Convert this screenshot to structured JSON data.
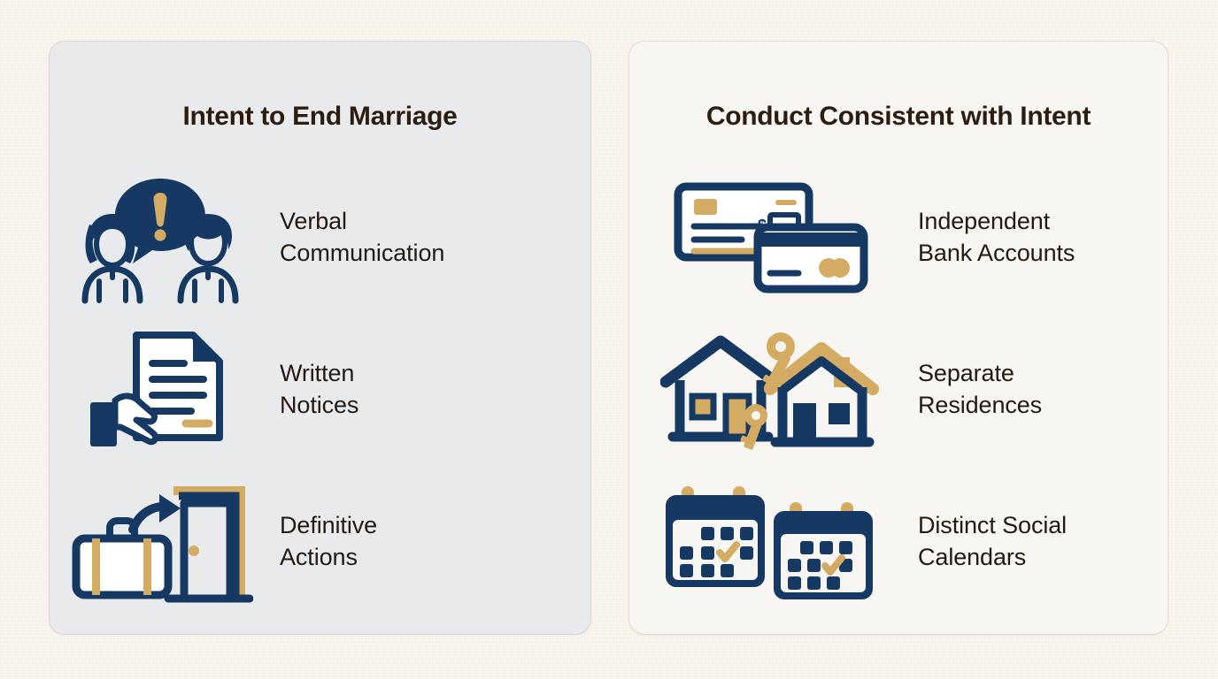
{
  "page": {
    "background_color": "#faf5ec",
    "title_text_color": "#2c1d10",
    "label_text_color": "#231a12",
    "navy": "#163963",
    "gold": "#d4ab63"
  },
  "panels": [
    {
      "id": "intent-panel",
      "title": "Intent to End Marriage",
      "background_color": "#e8eaeb",
      "items": [
        {
          "icon": "couple-speech-bubble-icon",
          "label_line1": "Verbal",
          "label_line2": "Communication"
        },
        {
          "icon": "hand-holding-document-icon",
          "label_line1": "Written",
          "label_line2": "Notices"
        },
        {
          "icon": "suitcase-door-exit-icon",
          "label_line1": "Definitive",
          "label_line2": "Actions"
        }
      ]
    },
    {
      "id": "conduct-panel",
      "title": "Conduct Consistent with Intent",
      "background_color": "#f7f6f3",
      "items": [
        {
          "icon": "check-and-credit-card-icon",
          "label_line1": "Independent",
          "label_line2": "Bank Accounts"
        },
        {
          "icon": "two-houses-keys-icon",
          "label_line1": "Separate",
          "label_line2": "Residences"
        },
        {
          "icon": "two-calendars-icon",
          "label_line1": "Distinct Social",
          "label_line2": "Calendars"
        }
      ]
    }
  ]
}
